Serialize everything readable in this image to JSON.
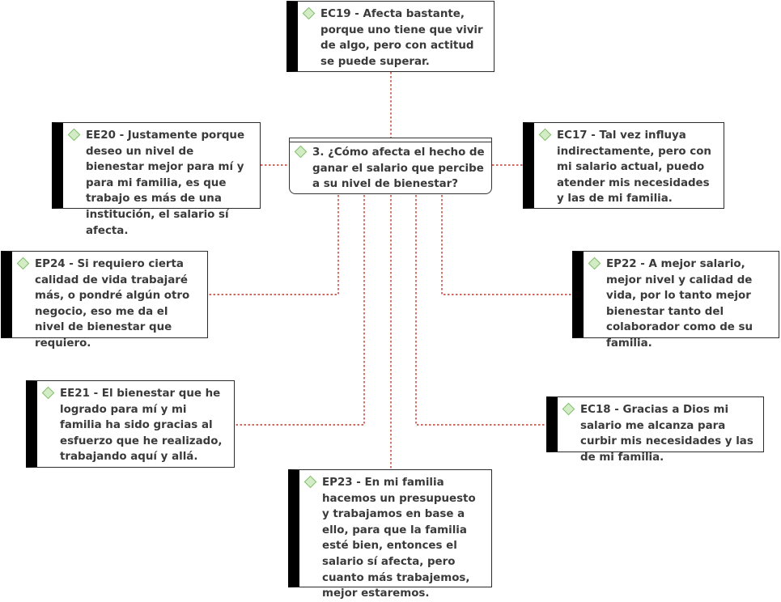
{
  "question": {
    "label": "3. ¿Cómo afecta el hecho de ganar el salario que percibe a su nivel de bienestar?"
  },
  "quotes": [
    {
      "id": "EC19",
      "text": "EC19 - Afecta bastante, porque uno tiene que vivir de algo, pero con actitud se puede superar."
    },
    {
      "id": "EE20",
      "text": "EE20 - Justamente porque deseo un nivel de bienestar mejor para mí y para mi familia, es que trabajo es más de una institución, el salario sí afecta."
    },
    {
      "id": "EC17",
      "text": "EC17 - Tal vez influya indirectamente, pero con mi salario actual, puedo atender mis necesidades y las de mi familia."
    },
    {
      "id": "EP24",
      "text": "EP24 - Si requiero cierta calidad de vida trabajaré más, o pondré algún otro negocio, eso me da el nivel de bienestar que requiero."
    },
    {
      "id": "EP22",
      "text": "EP22 - A mejor salario, mejor nivel y calidad de vida, por lo tanto mejor bienestar tanto del colaborador como de su familia."
    },
    {
      "id": "EE21",
      "text": "EE21 - El bienestar que he logrado para mí y mi familia ha sido gracias al esfuerzo que he realizado, trabajando aquí y allá."
    },
    {
      "id": "EC18",
      "text": "EC18 - Gracias a Dios mi salario me alcanza para curbir mis necesidades y las de mi familia."
    },
    {
      "id": "EP23",
      "text": "EP23 - En mi familia hacemos un presupuesto y trabajamos en base a ello, para que la familia esté bien, entonces el salario sí afecta, pero cuanto más trabajemos, mejor estaremos."
    }
  ],
  "colors": {
    "link": "#c0392b",
    "quote_icon_fill": "#d4ecc6",
    "quote_icon_stroke": "#7fbf6a",
    "bar": "#000000"
  },
  "icons": {
    "quote": "quotation-diamond-icon",
    "code": "code-diamond-icon"
  }
}
